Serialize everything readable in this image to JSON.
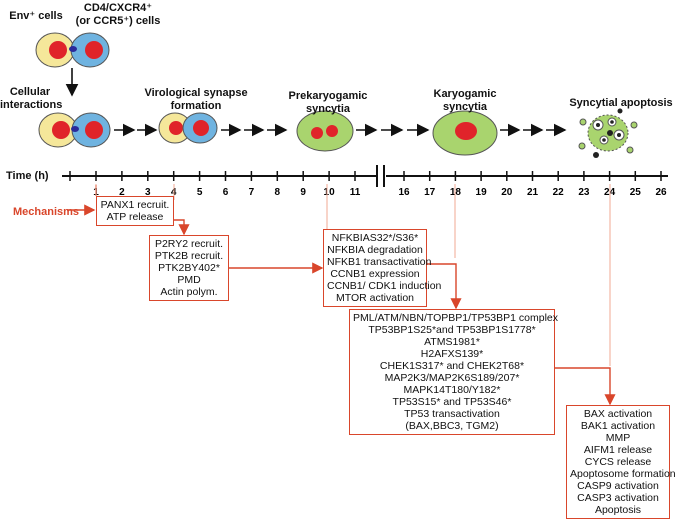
{
  "labels": {
    "env_cells": "Env⁺ cells",
    "cd4_line1": "CD4/CXCR4⁺",
    "cd4_line2": "(or CCR5⁺) cells",
    "cellular_line1": "Cellular",
    "cellular_line2": "interactions",
    "synapse_line1": "Virological synapse",
    "synapse_line2": "formation",
    "prekaryogamic_line1": "Prekaryogamic",
    "prekaryogamic_line2": "syncytia",
    "karyogamic_line1": "Karyogamic",
    "karyogamic_line2": "syncytia",
    "apoptosis": "Syncytial apoptosis",
    "time": "Time (h)",
    "mechanisms": "Mechanisms"
  },
  "timeline": {
    "ticks_left": [
      "1",
      "2",
      "3",
      "4",
      "5",
      "6",
      "7",
      "8",
      "9",
      "10",
      "11"
    ],
    "ticks_right": [
      "16",
      "17",
      "18",
      "19",
      "20",
      "21",
      "22",
      "23",
      "24",
      "25",
      "26"
    ]
  },
  "boxes": {
    "box1": [
      "PANX1 recruit.",
      "ATP release"
    ],
    "box2": [
      "P2RY2 recruit.",
      "PTK2B recruit.",
      "PTK2BY402*",
      "PMD",
      "Actin polym."
    ],
    "box3": [
      "NFKBIAS32*/S36*",
      "NFKBIA degradation",
      "NFKB1 transactivation",
      "CCNB1 expression",
      "CCNB1/ CDK1 induction",
      "MTOR activation"
    ],
    "box4": [
      "PML/ATM/NBN/TOPBP1/TP53BP1 complex",
      "TP53BP1S25*and TP53BP1S1778*",
      "ATMS1981*",
      "H2AFXS139*",
      "CHEK1S317* and CHEK2T68*",
      "MAP2K3/MAP2K6S189/207*",
      "MAPK14T180/Y182*",
      "TP53S15* and TP53S46*",
      "TP53 transactivation",
      "(BAX,BBC3, TGM2)"
    ],
    "box5": [
      "BAX activation",
      "BAK1 activation",
      "MMP",
      "AIFM1 release",
      "CYCS release",
      "Apoptosome formation",
      "CASP9 activation",
      "CASP3 activation",
      "Apoptosis"
    ]
  },
  "colors": {
    "accent": "#d9462b",
    "env_cell": "#f5e79a",
    "cd4_cell": "#6fb3e0",
    "nucleus": "#e0242a",
    "syncytium": "#a9d46e"
  }
}
